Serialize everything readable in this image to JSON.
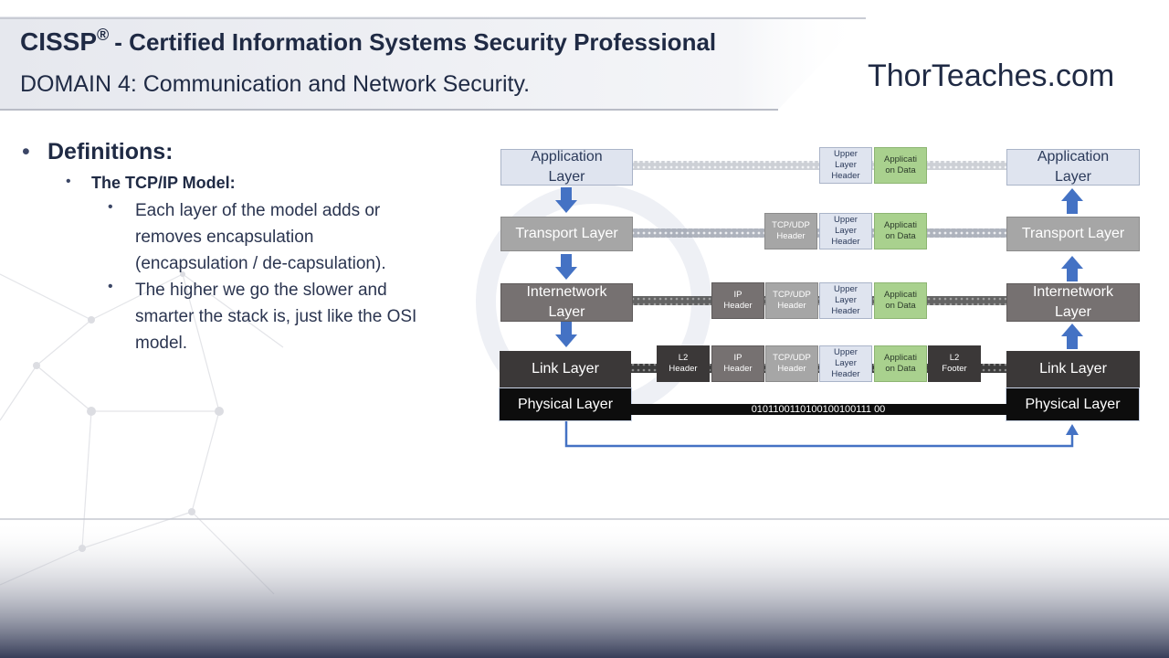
{
  "header": {
    "title_main": "CISSP",
    "title_reg": "®",
    "title_rest": "- Certified Information Systems Security Professional",
    "subtitle": "DOMAIN 4: Communication and Network Security.",
    "brand": "ThorTeaches.com"
  },
  "content": {
    "heading": "Definitions:",
    "subheading": "The TCP/IP Model:",
    "points": [
      [
        "Each layer of the model adds or",
        "removes encapsulation",
        "(encapsulation / de-capsulation)."
      ],
      [
        "The higher we go the slower and",
        "smarter the stack is, just like the OSI",
        "model."
      ]
    ]
  },
  "diagram": {
    "left_stack": {
      "application": [
        "Application",
        "Layer"
      ],
      "transport": "Transport Layer",
      "internetwork": [
        "Internetwork",
        "Layer"
      ],
      "link": "Link Layer",
      "physical": "Physical Layer"
    },
    "right_stack": {
      "application": [
        "Application",
        "Layer"
      ],
      "transport": "Transport Layer",
      "internetwork": [
        "Internetwork",
        "Layer"
      ],
      "link": "Link Layer",
      "physical": "Physical Layer"
    },
    "packet_cells": {
      "upper": [
        "Upper",
        "Layer",
        "Header"
      ],
      "data": [
        "Applicati",
        "on Data"
      ],
      "tcp": [
        "TCP/UDP",
        "Header"
      ],
      "ip": [
        "IP",
        "Header"
      ],
      "l2h": [
        "L2",
        "Header"
      ],
      "l2f": [
        "L2",
        "Footer"
      ]
    },
    "bitstream": "0101100110100100100111 00"
  },
  "colors": {
    "navy": "#1f2a44",
    "arrow_blue": "#4472c4",
    "green": "#a9d18e"
  }
}
